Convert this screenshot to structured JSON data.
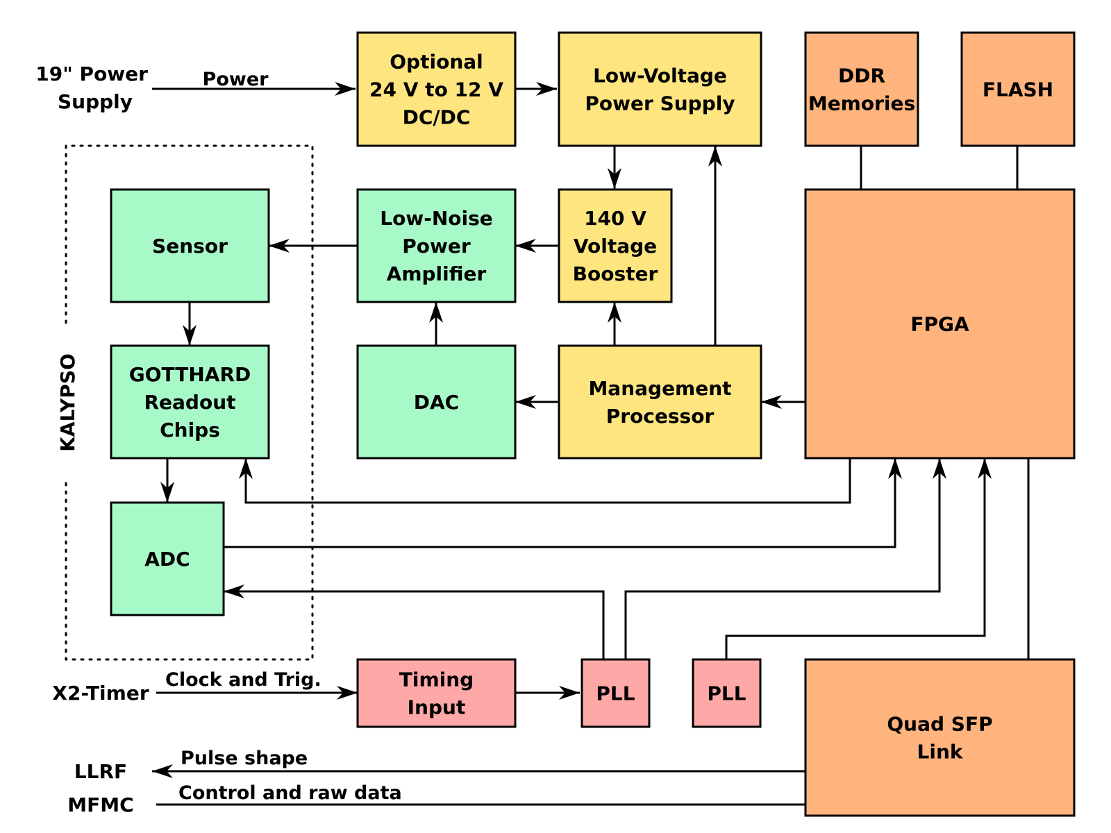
{
  "colors": {
    "power": "#ffe580",
    "analog": "#a8f9c8",
    "digital": "#ffb47e",
    "timing": "#ffa8a8"
  },
  "blocks": {
    "dcdc": [
      "Optional",
      "24 V to 12 V",
      "DC/DC"
    ],
    "lv_supply": [
      "Low-Voltage",
      "Power Supply"
    ],
    "ddr": [
      "DDR",
      "Memories"
    ],
    "flash": [
      "FLASH"
    ],
    "lna": [
      "Low-Noise",
      "Power",
      "Amplifier"
    ],
    "booster": [
      "140 V",
      "Voltage",
      "Booster"
    ],
    "sensor": [
      "Sensor"
    ],
    "gotthard": [
      "GOTTHARD",
      "Readout",
      "Chips"
    ],
    "dac": [
      "DAC"
    ],
    "mgmt": [
      "Management",
      "Processor"
    ],
    "fpga": [
      "FPGA"
    ],
    "adc": [
      "ADC"
    ],
    "timing_input": [
      "Timing",
      "Input"
    ],
    "pll1": [
      "PLL"
    ],
    "pll2": [
      "PLL"
    ],
    "sfp": [
      "Quad SFP",
      "Link"
    ]
  },
  "external": {
    "power_supply": [
      "19\" Power",
      "Supply"
    ],
    "x2_timer": "X2-Timer",
    "llrf": "LLRF",
    "mfmc": "MFMC",
    "kalypso": "KALYPSO"
  },
  "signals": {
    "power": "Power",
    "clock_trig": "Clock and Trig.",
    "pulse_shape": "Pulse shape",
    "control_raw": "Control and raw data"
  }
}
